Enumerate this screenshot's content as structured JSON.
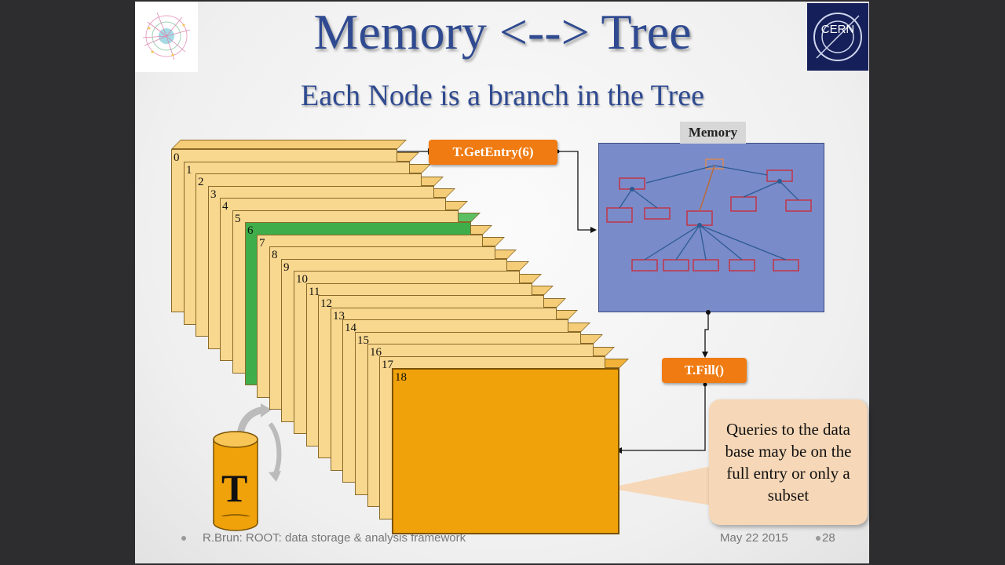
{
  "slide": {
    "title": "Memory <--> Tree",
    "subtitle": "Each Node is a branch in the Tree",
    "footer_author": "R.Brun: ROOT: data storage & analysis framework",
    "footer_date": "May 22 2015",
    "page_number": "28"
  },
  "diagram": {
    "layer_labels": [
      "0",
      "1",
      "2",
      "3",
      "4",
      "5",
      "6",
      "7",
      "8",
      "9",
      "10",
      "11",
      "12",
      "13",
      "14",
      "15",
      "16",
      "17",
      "18"
    ],
    "highlighted_entry": "6",
    "get_entry_label": "T.GetEntry(6)",
    "fill_label": "T.Fill()",
    "memory_label": "Memory",
    "cylinder_label": "T",
    "callout_text": "Queries to the data base may be on the full entry or only a subset"
  },
  "colors": {
    "title": "#2f4a90",
    "layer": "#f8d78e",
    "highlight": "#3fae4a",
    "front_layer": "#f0a20a",
    "memory_panel": "#7a8bc9",
    "button": "#ef7b12",
    "callout": "#f6d7b7"
  },
  "logos": {
    "left": "particle-event-logo",
    "right": "cern-logo"
  }
}
